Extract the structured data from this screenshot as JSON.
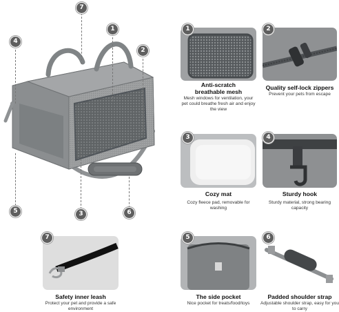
{
  "badges": {
    "n1": "1",
    "n2": "2",
    "n3": "3",
    "n4": "4",
    "n5": "5",
    "n6": "6",
    "n7": "7"
  },
  "features": [
    {
      "num": "1",
      "title_line1": "Anti-scratch",
      "title_line2": "breathable mesh",
      "desc": "Mesh windows for ventilation, your pet could breathe fresh air and enjoy the view"
    },
    {
      "num": "2",
      "title_line1": "Quality self-lock zippers",
      "desc": "Prevent your pets from escape"
    },
    {
      "num": "3",
      "title_line1": "Cozy mat",
      "desc": "Cozy fleece pad, removable for washing"
    },
    {
      "num": "4",
      "title_line1": "Sturdy hook",
      "desc": "Sturdy material, strong bearing capacity"
    },
    {
      "num": "5",
      "title_line1": "The side pocket",
      "desc": "Nice pocket for treats/food/toys"
    },
    {
      "num": "6",
      "title_line1": "Padded shoulder strap",
      "desc": "Adjustable shoulder strap, easy for you to carry"
    },
    {
      "num": "7",
      "title_line1": "Safety inner leash",
      "desc": "Protect your pet and provide a safe environment"
    }
  ],
  "colors": {
    "fabric": "#9a9c9d",
    "fabric_dark": "#7d8082",
    "mesh": "#6a6e70",
    "badge": "#5f5f5f"
  },
  "icons": {
    "hero": "pet-carrier-bag",
    "mesh": "mesh-fabric",
    "zipper": "zipper-pull",
    "mat": "fleece-mat",
    "hook": "metal-hook",
    "pocket": "side-pocket",
    "strap": "shoulder-strap",
    "leash": "inner-leash"
  }
}
